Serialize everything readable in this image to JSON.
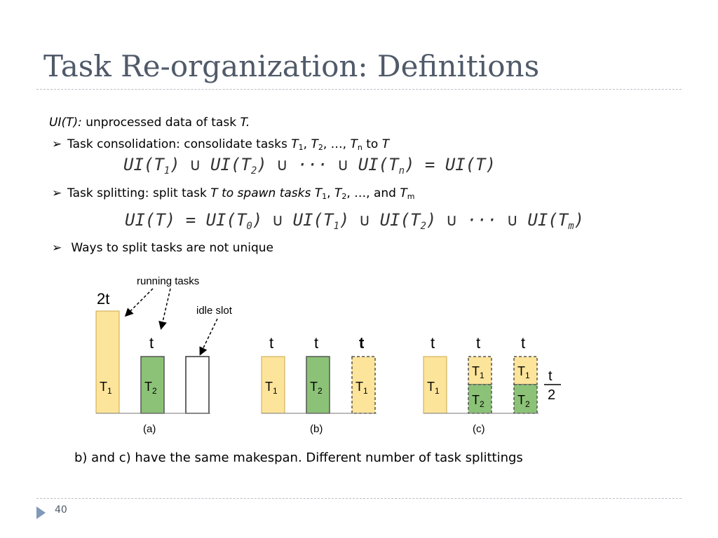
{
  "slide": {
    "title": "Task Re-organization: Definitions",
    "page_number": "40"
  },
  "text": {
    "ui_def_lead": "UI(T):",
    "ui_def_rest": " unprocessed data of task ",
    "ui_def_T": "T.",
    "consol_label": "Task consolidation:  consolidate tasks ",
    "split_label": "Task splitting:  split task ",
    "split_T": "T",
    "split_spawn": "  to spawn tasks ",
    "ways_label": " Ways to split tasks are not unique",
    "caption": "b) and c) have the same makespan. Different number of task splittings",
    "T": "T",
    "sub1": "1",
    "sub2": "2",
    "subn": "n",
    "subm": "m",
    "sep_comma": ", ",
    "ellipsis": ", …, ",
    "and_sep": ", …, and ",
    "to_word": " to ",
    "f_ui": "UI(T",
    "f_close": ")",
    "f_union": " ∪ ",
    "f_dots": " ∪ ··· ∪ ",
    "f_eq": " = UI(T)",
    "f_lhs": "UI(T) = ",
    "f_sub0": "0",
    "f_sub1": "1",
    "f_sub2": "2",
    "f_subn": "n",
    "f_subm": "m"
  },
  "diagram": {
    "annot_running": "running tasks",
    "annot_idle": "idle slot",
    "label_2t": "2t",
    "label_t": "t",
    "label_t2_num": "t",
    "label_t2_den": "2",
    "task_T": "T",
    "task_1": "1",
    "task_2": "2",
    "panel_a": "(a)",
    "panel_b": "(b)",
    "panel_c": "(c)",
    "colors": {
      "yellow": "#fde49b",
      "green": "#8cc277",
      "border": "#555555"
    }
  }
}
